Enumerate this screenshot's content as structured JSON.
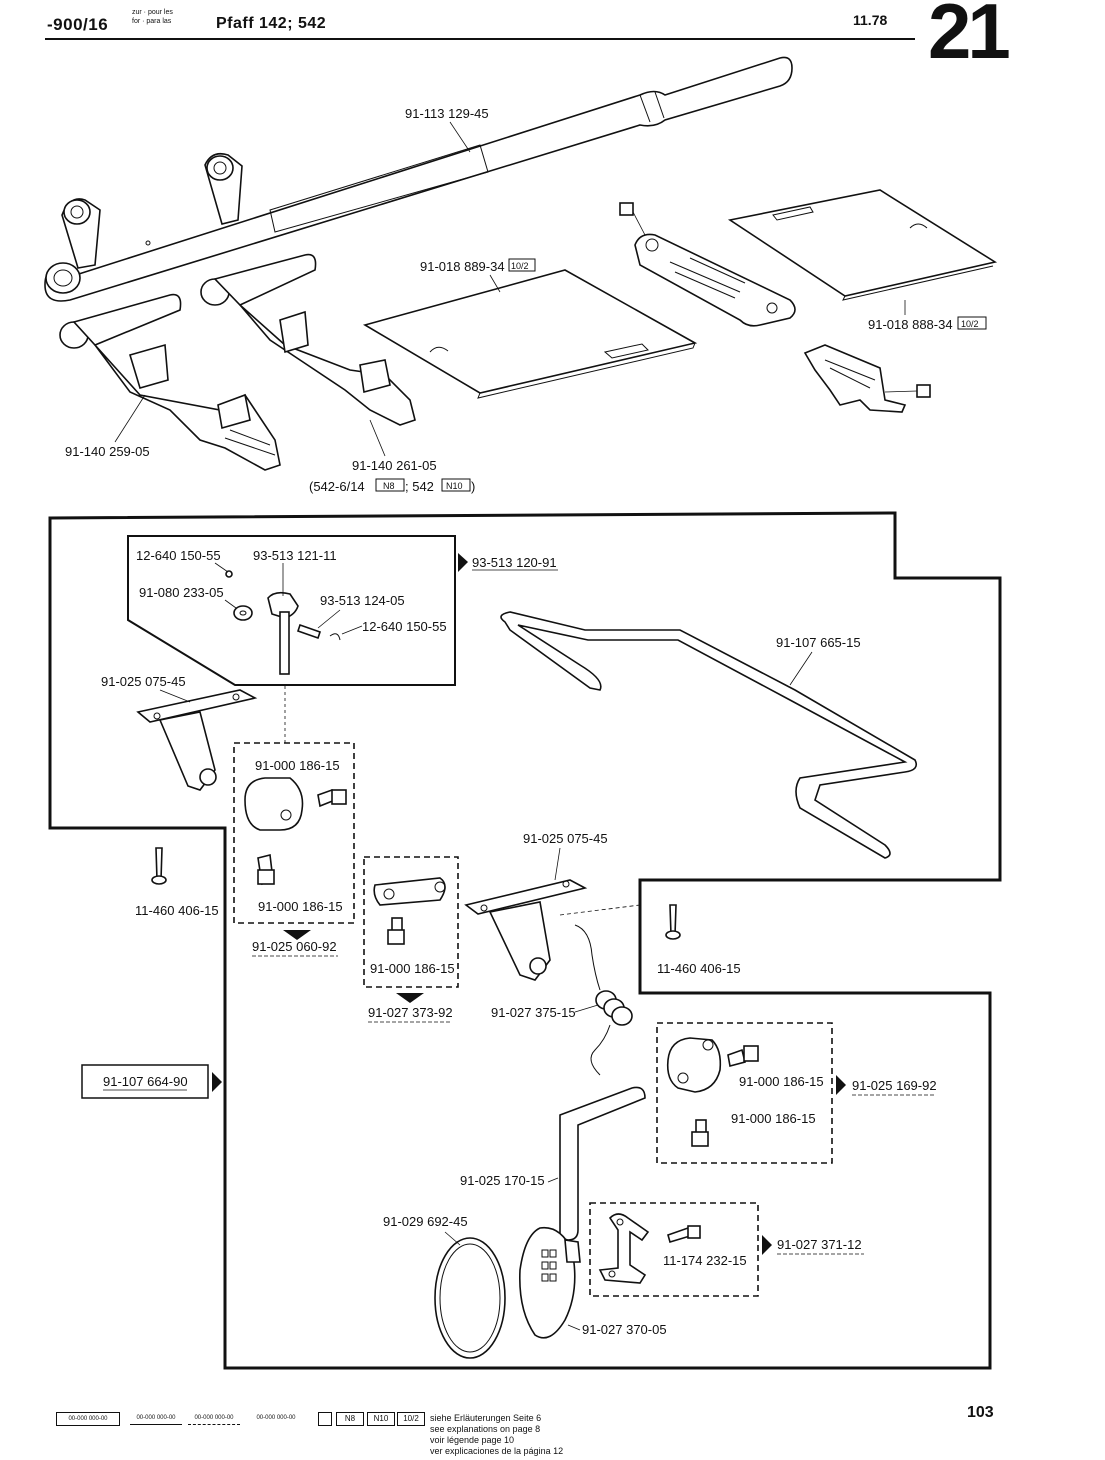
{
  "header": {
    "code": "-900/16",
    "for_label_1": "zur · pour les",
    "for_label_2": "for · para las",
    "model": "Pfaff 142; 542",
    "date": "11.78",
    "page_number_large": "21"
  },
  "top_parts": {
    "p1": "91-113 129-45",
    "p2": "91-018 889-34",
    "p2_badge": "10/2",
    "p3": "91-018 888-34",
    "p3_badge": "10/2",
    "p4": "91-140 259-05",
    "p5": "91-140 261-05",
    "p5_note_a": "(542-6/14",
    "p5_note_badge1": "N8",
    "p5_note_b": "; 542",
    "p5_note_badge2": "N10",
    "p5_note_c": ")"
  },
  "lower_parts": {
    "a1": "12-640 150-55",
    "a2": "93-513 121-11",
    "a3": "91-080 233-05",
    "a4": "93-513 124-05",
    "a5": "12-640 150-55",
    "a6": "93-513 120-91",
    "b1": "91-107 665-15",
    "b2": "91-025 075-45",
    "b3": "91-000 186-15",
    "b4": "91-000 186-15",
    "b5": "91-025 060-92",
    "b6": "11-460 406-15",
    "c1": "91-025 075-45",
    "c2": "91-000 186-15",
    "c3": "91-027 373-92",
    "c4": "91-027 375-15",
    "c5": "11-460 406-15",
    "d1": "91-107 664-90",
    "e1": "91-000 186-15",
    "e2": "91-025 169-92",
    "e3": "91-000 186-15",
    "f1": "91-025 170-15",
    "f2": "91-029 692-45",
    "f3": "11-174 232-15",
    "f4": "91-027 371-12",
    "f5": "91-027 370-05"
  },
  "footer": {
    "legend_1": "siehe Erläuterungen Seite 6",
    "legend_2": "see explanations on page 8",
    "legend_3": "voir légende page 10",
    "legend_4": "ver explicaciones de la página 12",
    "box1": "00-000 000-00",
    "box2": "00-000 000-00",
    "box3": "00-000 000-00",
    "box4": "00-000 000-00",
    "box_n8": "N8",
    "box_n10": "N10",
    "box_102": "10/2",
    "page_no": "103"
  }
}
